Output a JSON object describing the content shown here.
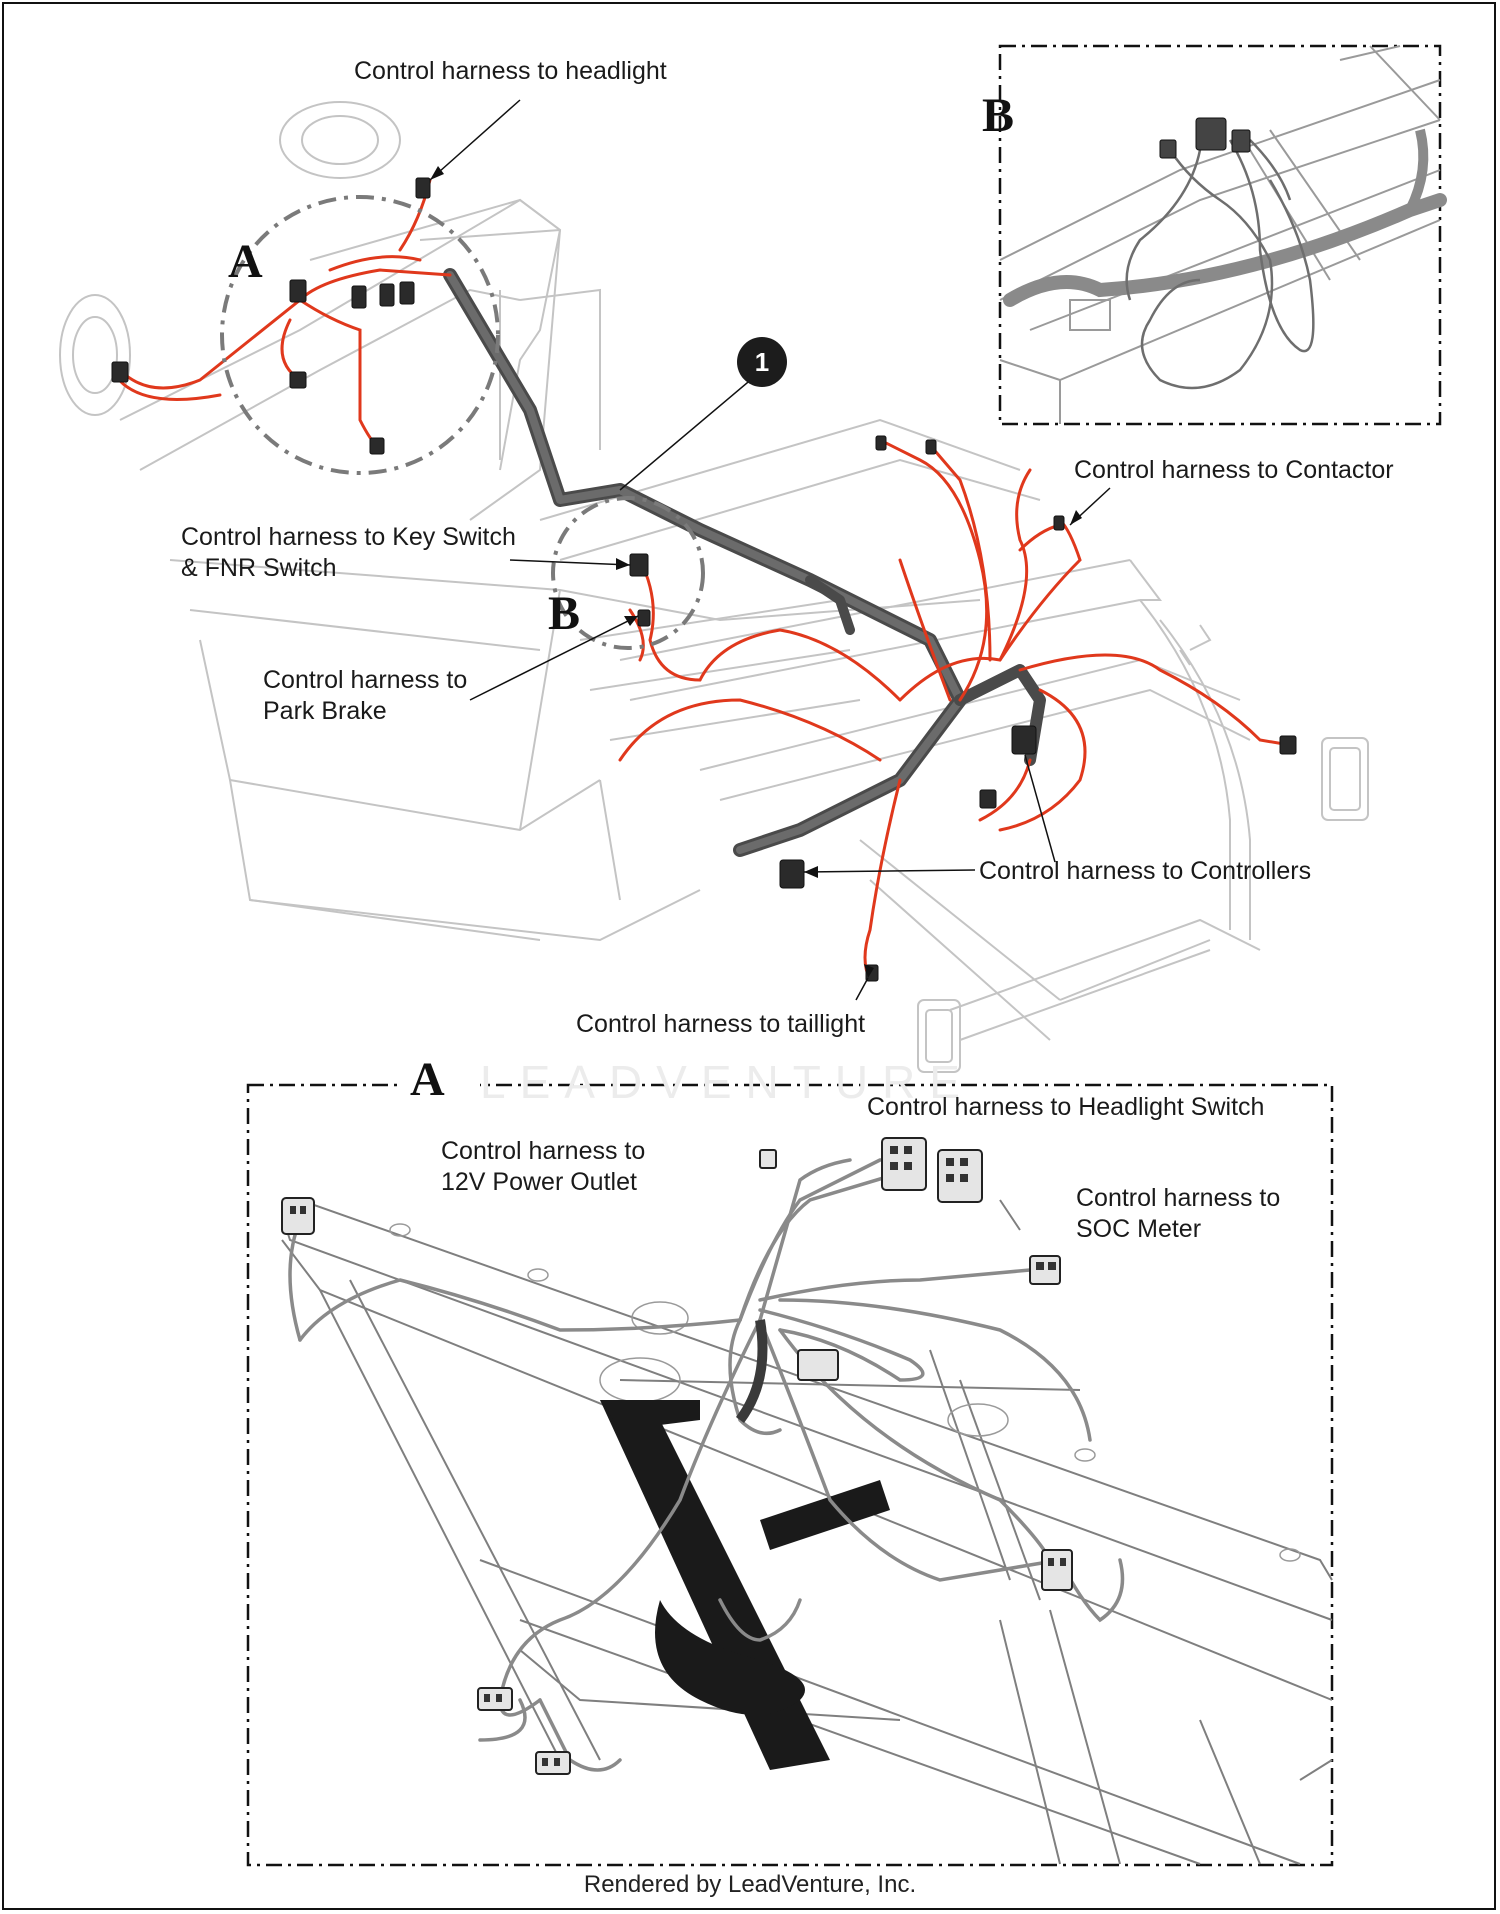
{
  "labels": {
    "headlight": "Control harness to headlight",
    "key_switch_1": "Control harness to Key Switch",
    "key_switch_2": "& FNR Switch",
    "park_brake_1": "Control harness to",
    "park_brake_2": "Park Brake",
    "contactor": "Control harness to Contactor",
    "controllers": "Control harness to Controllers",
    "taillight": "Control harness to taillight",
    "power_outlet_1": "Control harness to",
    "power_outlet_2": "12V Power Outlet",
    "headlight_switch": "Control harness to Headlight Switch",
    "soc_meter_1": "Control harness to",
    "soc_meter_2": "SOC Meter"
  },
  "detail_letters": {
    "a_main": "A",
    "b_main": "B",
    "b_inset": "B",
    "a_inset": "A"
  },
  "callout_number": "1",
  "footer": "Rendered by LeadVenture, Inc.",
  "colors": {
    "harness_main": "#555555",
    "wire_red": "#e0381c",
    "frame_line": "#bdbdbd",
    "inset_harness": "#9a9a9a"
  }
}
